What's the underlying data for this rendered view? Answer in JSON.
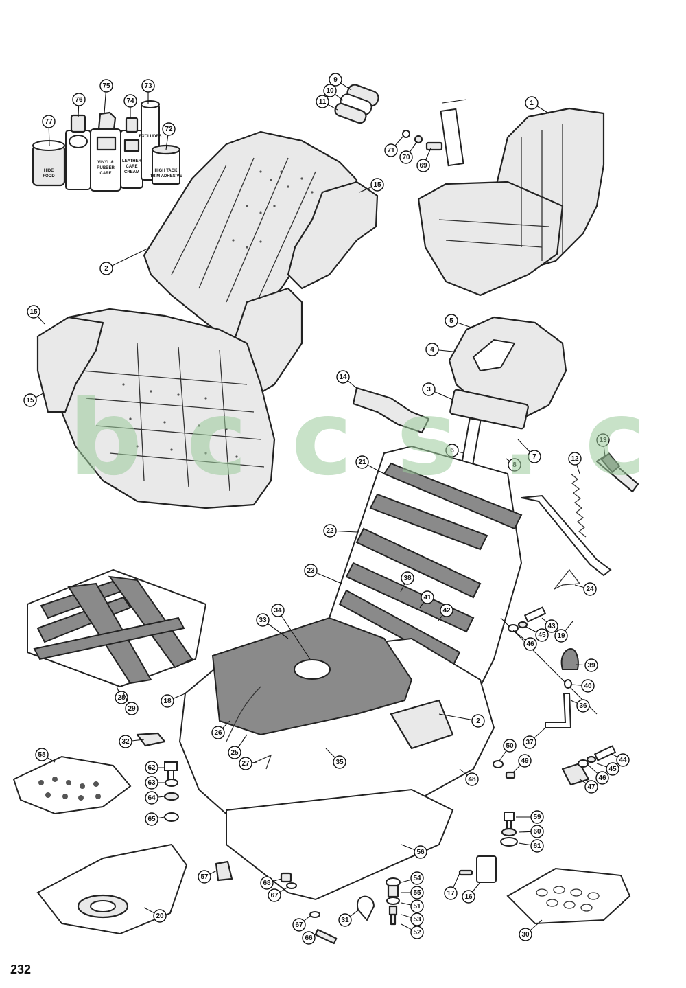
{
  "page_number": "232",
  "watermark": "b c c s . c h",
  "products": {
    "hide_food": [
      "HIDE",
      "FOOD"
    ],
    "vinyl_rubber_care": [
      "VINYL &",
      "RUBBER",
      "CARE"
    ],
    "leather_care_cream": [
      "LEATHER",
      "CARE",
      "CREAM"
    ],
    "trim_adhesive": [
      "HIGH TACK",
      "TRIM ADHESIVE"
    ],
    "spray_can": "EXCLUDES"
  },
  "callouts": [
    "77",
    "76",
    "75",
    "74",
    "73",
    "72",
    "9",
    "10",
    "11",
    "1",
    "71",
    "70",
    "69",
    "2",
    "15",
    "15",
    "15",
    "5",
    "4",
    "3",
    "14",
    "6",
    "7",
    "8",
    "13",
    "12",
    "21",
    "22",
    "19",
    "24",
    "23",
    "38",
    "41",
    "42",
    "43",
    "45",
    "46",
    "34",
    "33",
    "39",
    "40",
    "36",
    "2",
    "37",
    "18",
    "26",
    "28",
    "29",
    "32",
    "25",
    "27",
    "35",
    "44",
    "45",
    "46",
    "47",
    "50",
    "49",
    "48",
    "58",
    "62",
    "63",
    "64",
    "65",
    "59",
    "60",
    "61",
    "57",
    "56",
    "54",
    "55",
    "51",
    "53",
    "52",
    "17",
    "16",
    "68",
    "67",
    "67",
    "66",
    "31",
    "30",
    "20"
  ]
}
